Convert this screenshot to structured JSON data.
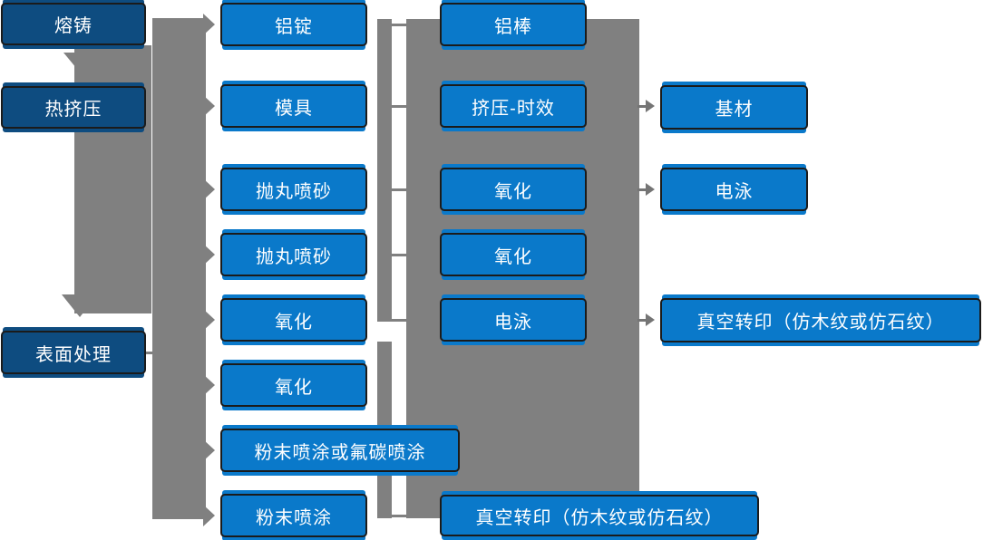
{
  "diagram": {
    "stages": {
      "col1": [
        "熔铸",
        "热挤压",
        "表面处理"
      ],
      "col2": [
        "铝锭",
        "模具",
        "抛丸喷砂",
        "抛丸喷砂",
        "氧化",
        "氧化",
        "粉末喷涂或氟碳喷涂",
        "粉末喷涂"
      ],
      "col3": [
        "铝棒",
        "挤压-时效",
        "氧化",
        "氧化",
        "电泳",
        "真空转印（仿木纹或仿石纹）"
      ],
      "col4": [
        "基材",
        "电泳",
        "真空转印（仿木纹或仿石纹）"
      ]
    },
    "colors": {
      "dark_node": "#0E4C80",
      "light_node": "#0A79CA",
      "connector_gray": "#808080",
      "arrow_gray": "#757575",
      "node_text": "#FFFFFF",
      "node_border": "#1B1B1B"
    }
  }
}
